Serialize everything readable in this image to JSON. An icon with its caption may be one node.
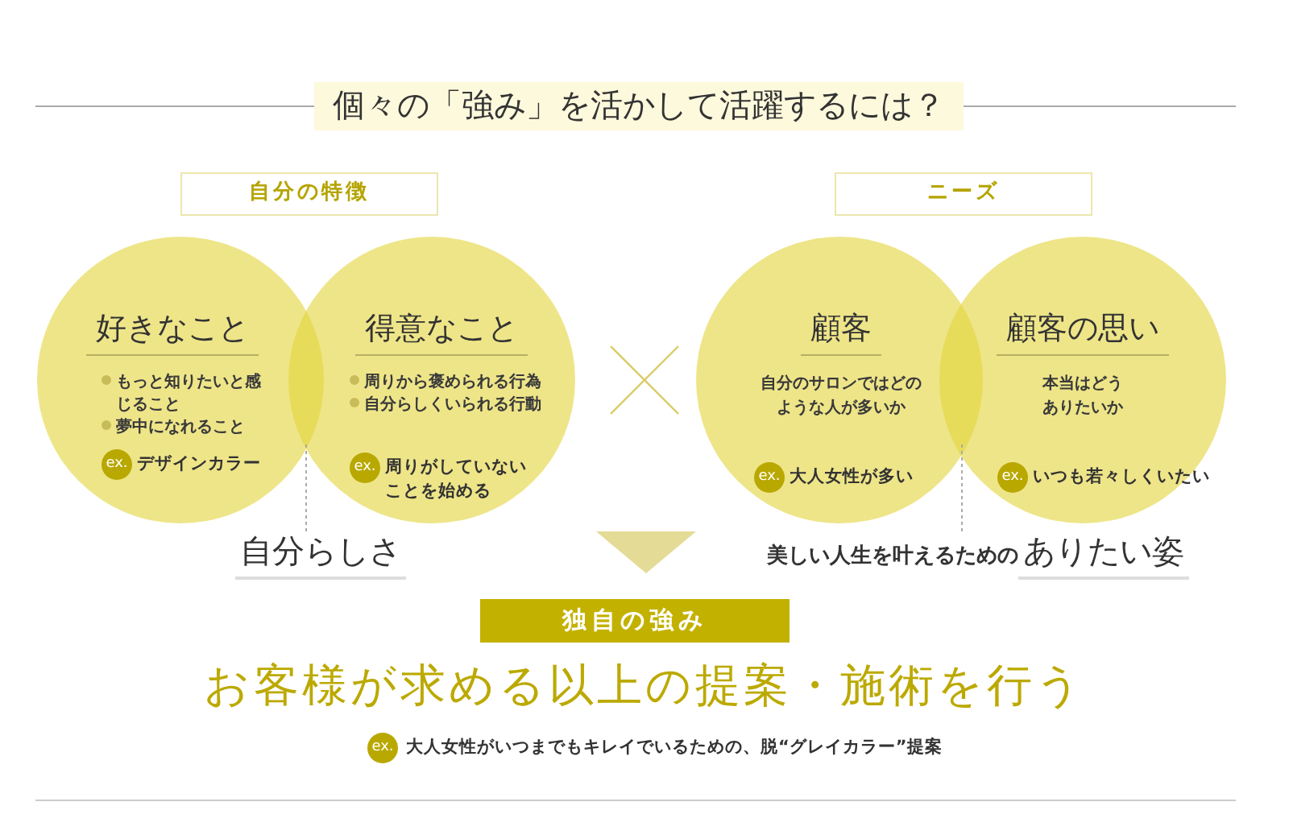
{
  "diagram": {
    "title": "個々の「強み」を活かして活躍するには？",
    "nodes": [
      {
        "text": [
          "自分の特徴"
        ]
      },
      {
        "text": [
          "好きなこと",
          "もっと知りたいと感じること",
          "夢中になれること",
          "ex.",
          "デザインカラー"
        ]
      },
      {
        "text": [
          "得意なこと",
          "周りから褒められる行為",
          "自分らしくいられる行動",
          "ex.",
          "周りがしていないことを始める"
        ]
      },
      {
        "text": [
          "自分らしさ"
        ]
      },
      {
        "text": [
          "ニーズ"
        ]
      },
      {
        "text": [
          "顧客",
          "自分のサロンではどのような人が多いか",
          "ex.",
          "大人女性が多い"
        ]
      },
      {
        "text": [
          "顧客の思い",
          "本当はどうありたいか",
          "ex.",
          "いつも若々しくいたい"
        ]
      },
      {
        "text": [
          "美しい人生を叶えるための",
          "ありたい姿"
        ]
      },
      {
        "text": [
          "独自の強み"
        ]
      }
    ],
    "edges": [
      {
        "from": 3,
        "to": 1,
        "arrow": "none",
        "style": "dashed"
      },
      {
        "from": 7,
        "to": 5,
        "arrow": "none",
        "style": "dashed"
      }
    ],
    "labels": [
      "お客様が求める以上の提案・施術を行う",
      "ex.",
      "大人女性がいつまでもキレイでいるための、脱“グレイカラー”提案"
    ]
  }
}
